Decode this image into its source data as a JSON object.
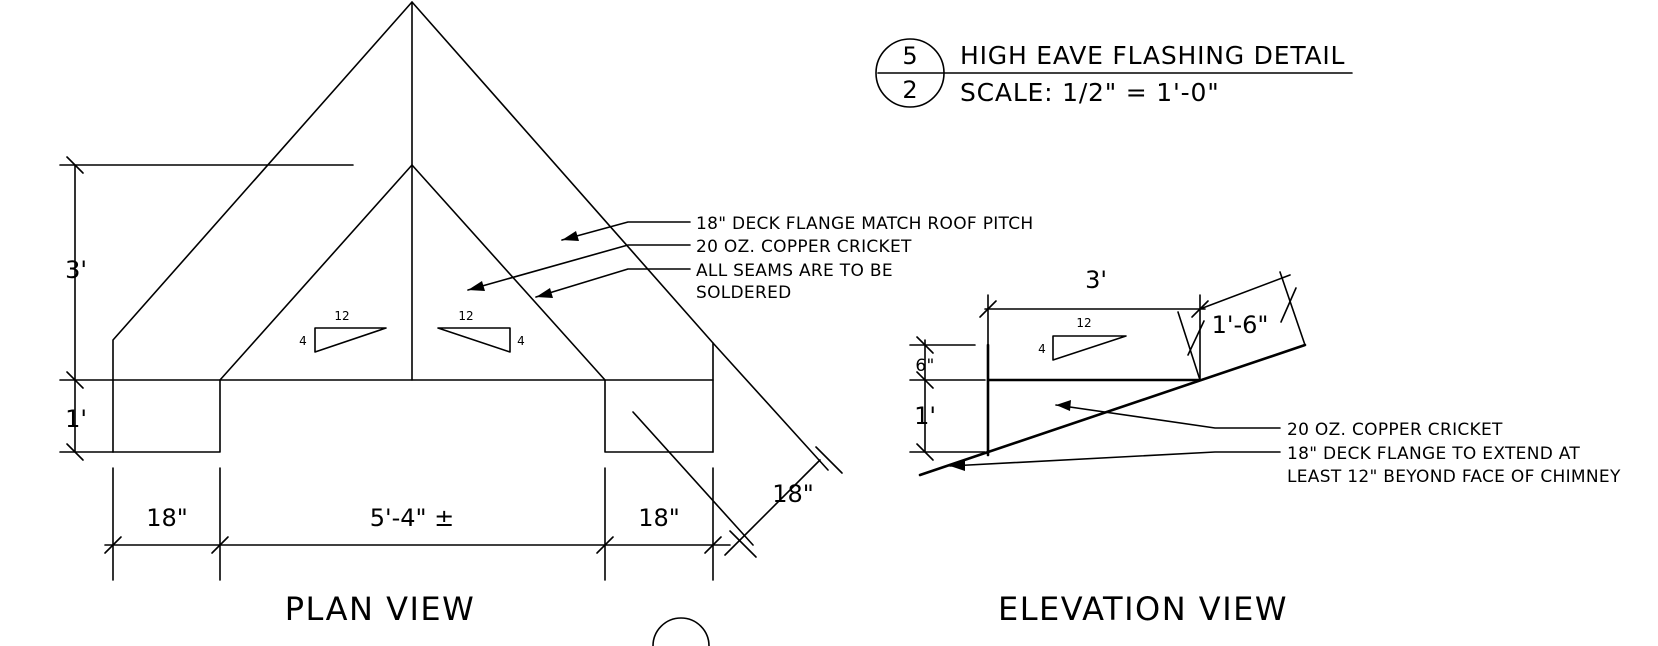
{
  "title_block": {
    "detail_number": "5",
    "sheet_number": "2",
    "title": "HIGH EAVE FLASHING DETAIL",
    "scale": "SCALE: 1/2\" = 1'-0\""
  },
  "plan_view": {
    "label": "PLAN VIEW",
    "dimensions": {
      "height_top": "3'",
      "height_bottom": "1'",
      "left_width": "18\"",
      "center_width": "5'-4\" ±",
      "right_width": "18\"",
      "diagonal": "18\""
    },
    "pitch_left": {
      "run": "12",
      "rise": "4"
    },
    "pitch_right": {
      "run": "12",
      "rise": "4"
    },
    "callouts": [
      "18\" DECK FLANGE MATCH ROOF PITCH",
      "20 OZ. COPPER CRICKET",
      "ALL SEAMS ARE TO BE",
      "SOLDERED"
    ]
  },
  "elevation_view": {
    "label": "ELEVATION VIEW",
    "dimensions": {
      "top_width": "3'",
      "slope": "1'-6\"",
      "upper_height": "6\"",
      "lower_height": "1'"
    },
    "pitch": {
      "run": "12",
      "rise": "4"
    },
    "callouts": [
      "20 OZ. COPPER CRICKET",
      "18\" DECK FLANGE TO EXTEND AT",
      "LEAST 12\" BEYOND FACE OF CHIMNEY"
    ]
  },
  "colors": {
    "ink": "#000000",
    "paper": "#ffffff"
  }
}
